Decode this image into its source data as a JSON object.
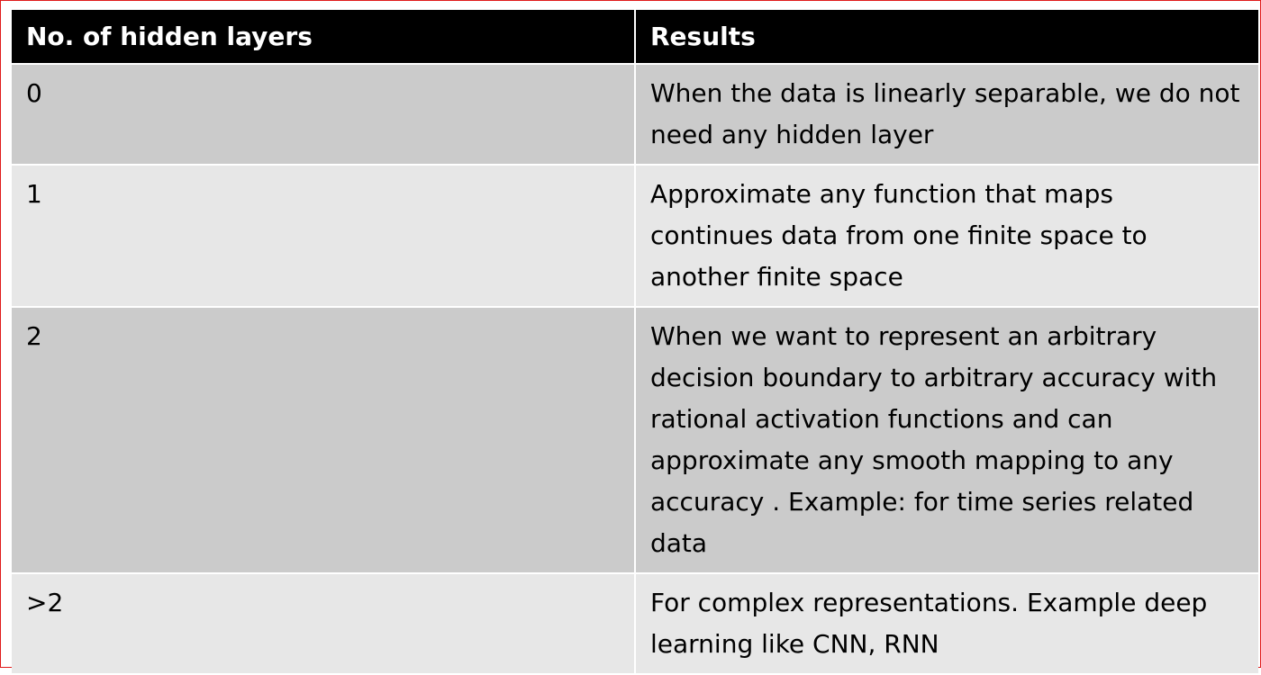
{
  "table": {
    "headers": [
      "No. of hidden layers",
      "Results"
    ],
    "rows": [
      {
        "layers": "0",
        "result": "When the data is linearly separable, we do not need any hidden layer"
      },
      {
        "layers": "1",
        "result": "Approximate any function that maps continues data from one finite space to another finite space"
      },
      {
        "layers": "2",
        "result": "When we want to represent an arbitrary decision boundary to arbitrary accuracy with rational activation functions and can approximate any smooth mapping to any accuracy . Example: for time series related data"
      },
      {
        "layers": ">2",
        "result": "For complex representations. Example deep learning like CNN, RNN"
      }
    ]
  },
  "colors": {
    "header_bg": "#000000",
    "header_text": "#ffffff",
    "row_dark": "#cbcbcb",
    "row_light": "#e7e7e7",
    "frame_border": "#e01b1b"
  }
}
